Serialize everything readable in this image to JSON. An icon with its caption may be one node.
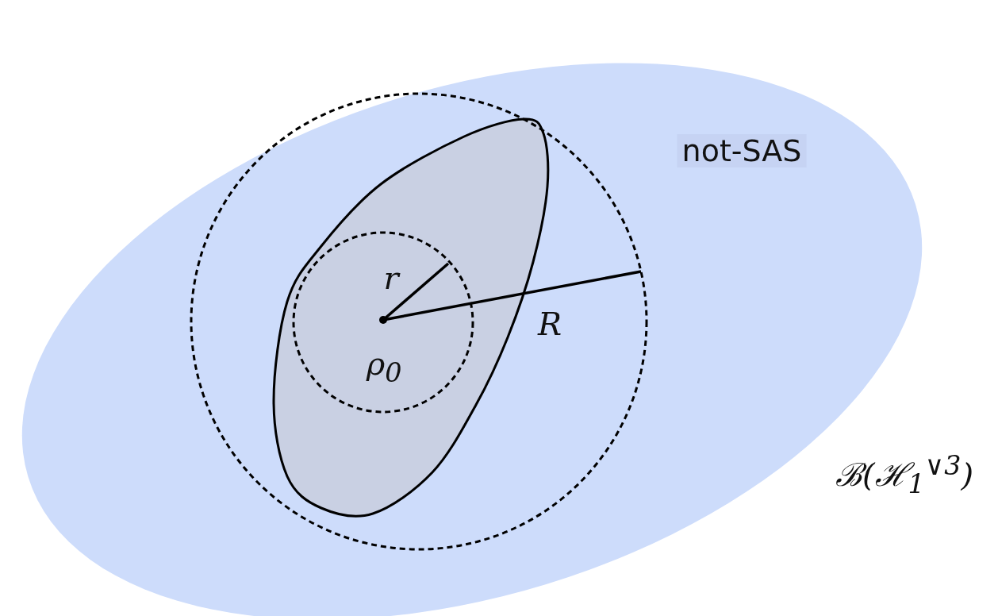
{
  "diagram": {
    "labels": [
      "not-SAS",
      "r",
      "R",
      "ρ$_{0}$",
      "ℬ(ℋ$_{1}$$^{∨3}$)"
    ]
  }
}
